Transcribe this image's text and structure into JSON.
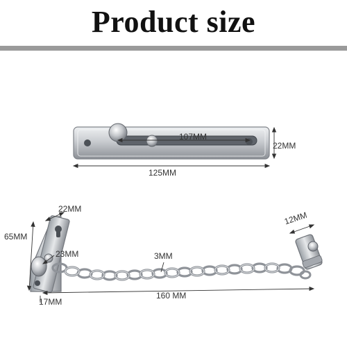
{
  "title": "Product size",
  "colors": {
    "metal": "#c7c9cc",
    "metal_dark": "#7d8086",
    "divider": "#9a9a9a",
    "dimension_line": "#333333"
  },
  "plate": {
    "slot_length": "107MM",
    "height": "22MM",
    "total_length": "125MM"
  },
  "chain_assembly": {
    "bracket_width": "22MM",
    "bracket_height": "65MM",
    "knob": "23MM",
    "link": "3MM",
    "end_piece": "12MM",
    "bracket_bottom": "17MM",
    "chain_length": "160 MM"
  }
}
